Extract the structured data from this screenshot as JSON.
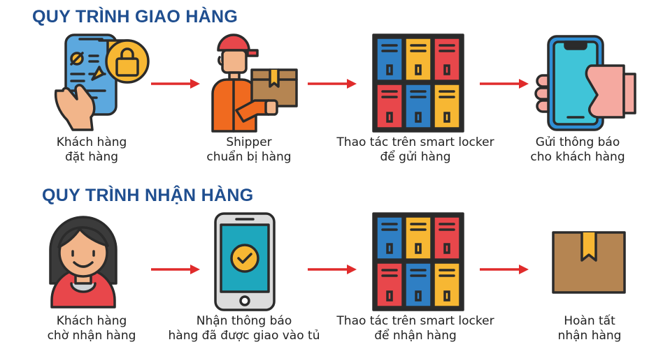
{
  "delivery": {
    "title": "QUY TRÌNH GIAO HÀNG",
    "steps": [
      {
        "line1": "Khách hàng",
        "line2": "đặt hàng",
        "icon": "phone-shopping-bag-icon"
      },
      {
        "line1": "Shipper",
        "line2": "chuẩn bị hàng",
        "icon": "shipper-with-box-icon"
      },
      {
        "line1": "Thao tác trên smart locker",
        "line2": "để gửi hàng",
        "icon": "smart-locker-icon"
      },
      {
        "line1": "Gửi thông báo",
        "line2": "cho khách hàng",
        "icon": "hand-holding-phone-icon"
      }
    ]
  },
  "receiving": {
    "title": "QUY TRÌNH NHẬN HÀNG",
    "steps": [
      {
        "line1": "Khách hàng",
        "line2": "chờ nhận hàng",
        "icon": "woman-customer-icon"
      },
      {
        "line1": "Nhận thông báo",
        "line2": "hàng đã được giao vào tủ",
        "icon": "phone-checkmark-icon"
      },
      {
        "line1": "Thao tác trên smart locker",
        "line2": "để nhận hàng",
        "icon": "smart-locker-icon"
      },
      {
        "line1": "Hoàn tất",
        "line2": "nhận hàng",
        "icon": "package-box-icon"
      }
    ]
  },
  "colors": {
    "title": "#1f4e8f",
    "arrow": "#e02b2b",
    "outline": "#2b2b2b",
    "locker_blue": "#2f7fc4",
    "locker_red": "#e8474b",
    "locker_yellow": "#f7b733",
    "box_brown": "#b58552"
  }
}
